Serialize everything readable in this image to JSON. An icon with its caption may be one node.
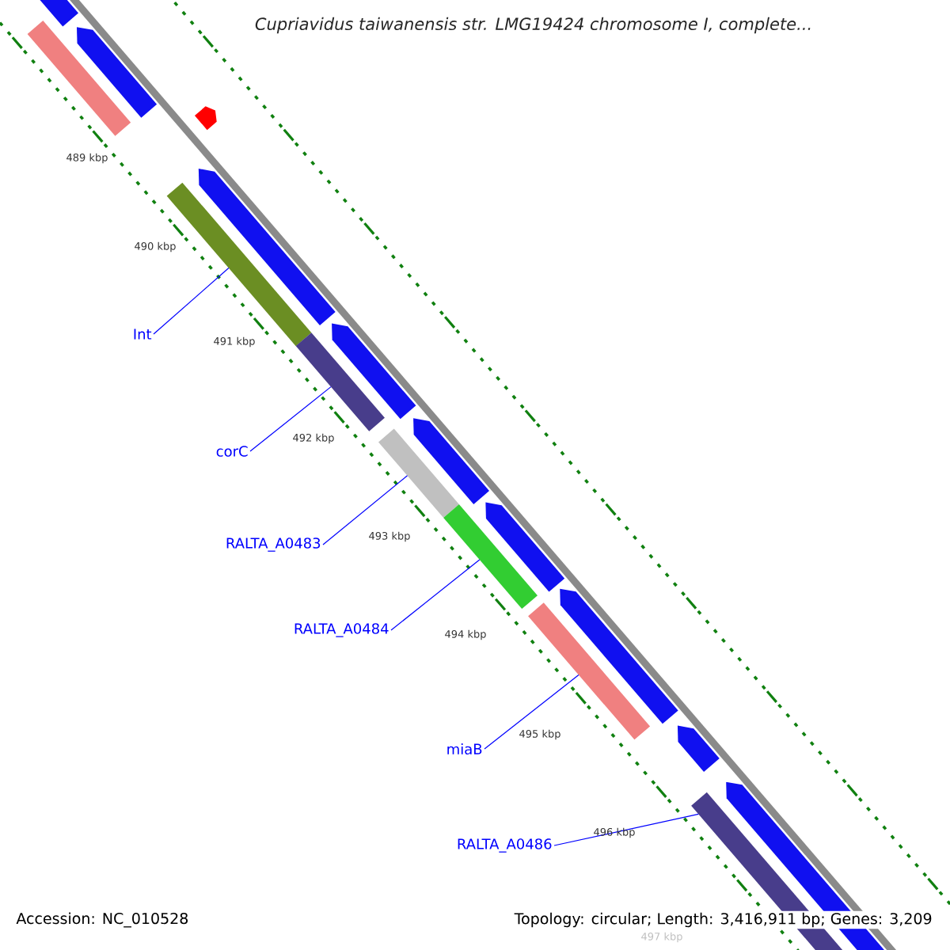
{
  "diagram": {
    "title": "Cupriavidus taiwanensis str. LMG19424 chromosome I, complete...",
    "nodes": [
      {
        "text": [],
        "shape": "bar"
      },
      {
        "text": [
          "Int"
        ]
      },
      {
        "text": [],
        "shape": "bar"
      },
      {
        "text": [
          "corC"
        ]
      },
      {
        "text": [],
        "shape": "bar"
      },
      {
        "text": [
          "RALTA_A0483"
        ]
      },
      {
        "text": [],
        "shape": "bar"
      },
      {
        "text": [
          "RALTA_A0484"
        ]
      },
      {
        "text": [],
        "shape": "bar"
      },
      {
        "text": [
          "miaB"
        ]
      },
      {
        "text": [],
        "shape": "bar"
      },
      {
        "text": [
          "RALTA_A0486"
        ]
      },
      {
        "text": [],
        "shape": "bar"
      }
    ],
    "edges": [
      {
        "from": 1,
        "to": 2,
        "arrow": "none"
      },
      {
        "from": 3,
        "to": 4,
        "arrow": "none"
      },
      {
        "from": 5,
        "to": 6,
        "arrow": "none"
      },
      {
        "from": 7,
        "to": 8,
        "arrow": "none"
      },
      {
        "from": 9,
        "to": 10,
        "arrow": "none"
      },
      {
        "from": 11,
        "to": 12,
        "arrow": "none"
      }
    ],
    "labels": [
      "489 kbp",
      "490 kbp",
      "491 kbp",
      "492 kbp",
      "493 kbp",
      "494 kbp",
      "495 kbp",
      "496 kbp",
      "Accession: NC_010528",
      "Topology: circular; Length: 3,416,911 bp; Genes: 3,209",
      "497 kbp"
    ]
  }
}
